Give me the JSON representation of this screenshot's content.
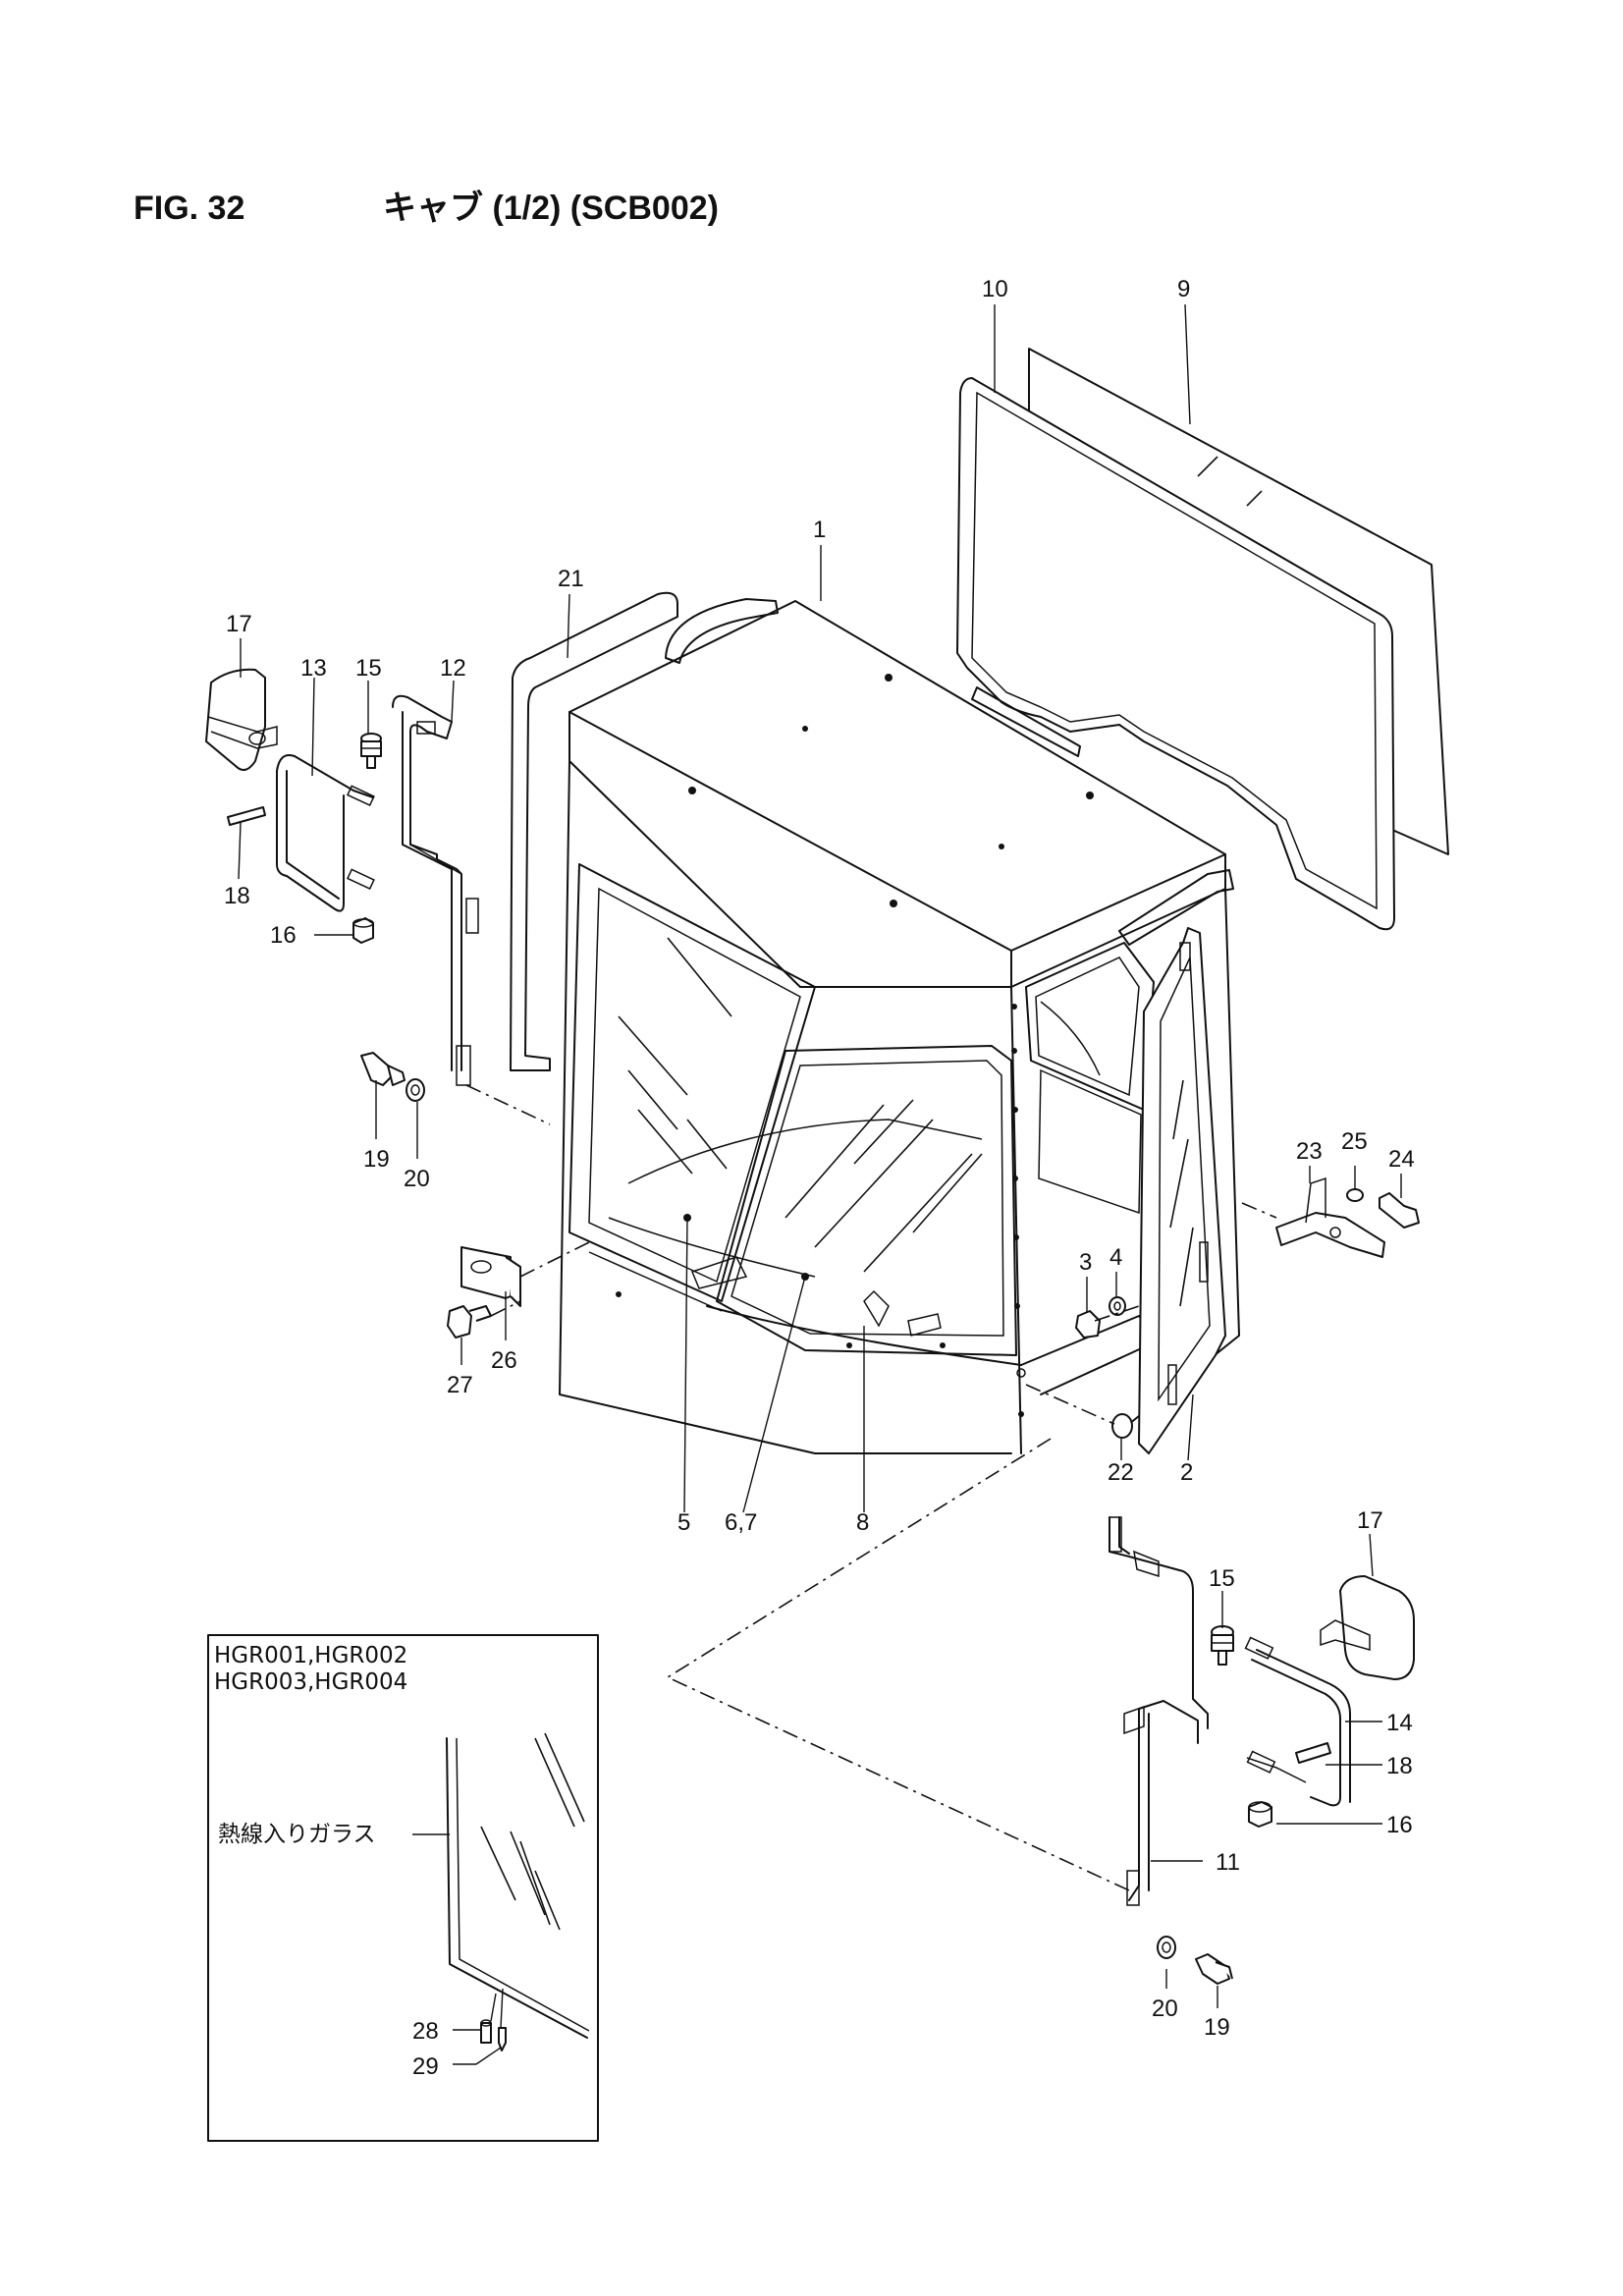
{
  "header": {
    "fig_label": "FIG. 32",
    "title": "キャブ (1/2) (SCB002)"
  },
  "inset": {
    "models_line1": "HGR001,HGR002",
    "models_line2": "HGR003,HGR004",
    "glass_label": "熱線入りガラス"
  },
  "callouts": {
    "c1": "1",
    "c2": "2",
    "c3": "3",
    "c4": "4",
    "c5": "5",
    "c67": "6,7",
    "c8": "8",
    "c9": "9",
    "c10": "10",
    "c11": "11",
    "c12": "12",
    "c13": "13",
    "c14": "14",
    "c15a": "15",
    "c15b": "15",
    "c16a": "16",
    "c16b": "16",
    "c17a": "17",
    "c17b": "17",
    "c18a": "18",
    "c18b": "18",
    "c19a": "19",
    "c19b": "19",
    "c20a": "20",
    "c20b": "20",
    "c21": "21",
    "c22": "22",
    "c23": "23",
    "c24": "24",
    "c25": "25",
    "c26": "26",
    "c27": "27",
    "c28": "28",
    "c29": "29"
  }
}
